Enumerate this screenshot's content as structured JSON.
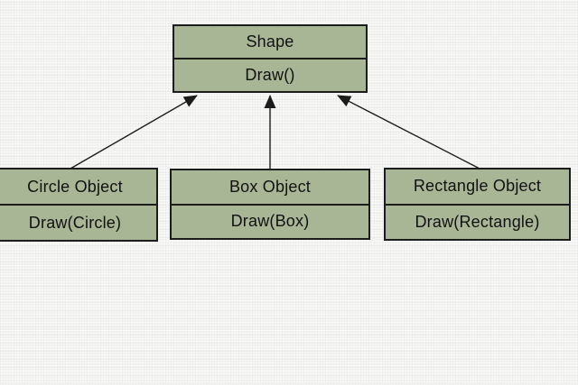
{
  "diagram": {
    "title": "shape-inheritance-class-diagram",
    "parent_class": {
      "name": "Shape",
      "method": "Draw()"
    },
    "child_classes": [
      {
        "name": "Circle Object",
        "method": "Draw(Circle)"
      },
      {
        "name": "Box Object",
        "method": "Draw(Box)"
      },
      {
        "name": "Rectangle Object",
        "method": "Draw(Rectangle)"
      }
    ],
    "arrows": [
      {
        "from": "Circle Object",
        "to": "Shape"
      },
      {
        "from": "Box Object",
        "to": "Shape"
      },
      {
        "from": "Rectangle Object",
        "to": "Shape"
      }
    ],
    "colors": {
      "box_fill": "#a9b695",
      "box_border": "#1c1c1c",
      "text_color": "#111111",
      "arrow": "#1c1c1c",
      "background": "#f4f4f2"
    }
  }
}
